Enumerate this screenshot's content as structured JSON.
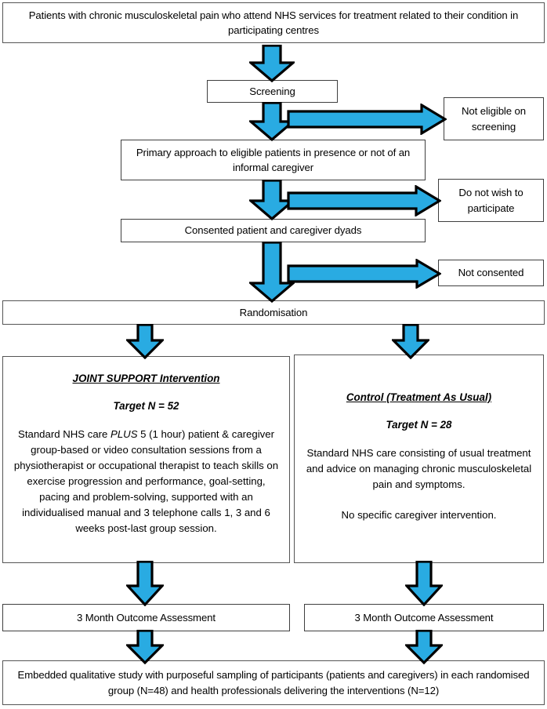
{
  "diagram": {
    "title": "JOINT SUPPORT trial participant flow diagram",
    "accent_color": "#29abe2",
    "outline_color": "#000000",
    "box_border_color": "#555555",
    "background": "#ffffff"
  },
  "nodes": {
    "population": "Patients with chronic musculoskeletal pain who attend NHS services for treatment related to their condition in participating centres",
    "screening": "Screening",
    "not_eligible": "Not eligible on screening",
    "primary_approach": "Primary approach to eligible patients in presence or not of an informal caregiver",
    "do_not_wish": "Do not wish to participate",
    "consented": "Consented patient and caregiver dyads",
    "not_consented": "Not consented",
    "randomisation": "Randomisation",
    "intervention": {
      "title": "JOINT SUPPORT Intervention",
      "target": "Target N = 52",
      "body_pre": "Standard NHS care ",
      "body_em": "PLUS",
      "body_post": " 5 (1 hour) patient & caregiver group-based or video consultation sessions from a physiotherapist or occupational therapist to teach skills on exercise progression and performance, goal-setting, pacing and problem-solving, supported with an individualised manual and 3 telephone calls 1, 3 and 6 weeks post-last group session."
    },
    "control": {
      "title": "Control (Treatment As Usual)",
      "target": "Target N = 28",
      "body": "Standard NHS care consisting of usual treatment and advice on managing chronic musculoskeletal pain and symptoms.",
      "body2": "No specific caregiver intervention."
    },
    "outcome_left": "3 Month Outcome Assessment",
    "outcome_right": "3 Month Outcome Assessment",
    "qualitative": "Embedded qualitative study with purposeful sampling of participants (patients and caregivers) in each randomised group (N=48) and health professionals delivering the interventions (N=12)"
  },
  "arrows": [
    {
      "name": "arrow-population-to-screening",
      "direction": "down"
    },
    {
      "name": "arrow-screening-to-primary-approach",
      "direction": "down"
    },
    {
      "name": "arrow-screening-to-not-eligible",
      "direction": "right"
    },
    {
      "name": "arrow-primary-approach-to-consented",
      "direction": "down"
    },
    {
      "name": "arrow-primary-approach-to-do-not-wish",
      "direction": "right"
    },
    {
      "name": "arrow-consented-to-randomisation",
      "direction": "down"
    },
    {
      "name": "arrow-consented-to-not-consented",
      "direction": "right"
    },
    {
      "name": "arrow-randomisation-to-intervention",
      "direction": "down"
    },
    {
      "name": "arrow-randomisation-to-control",
      "direction": "down"
    },
    {
      "name": "arrow-intervention-to-outcome-left",
      "direction": "down"
    },
    {
      "name": "arrow-control-to-outcome-right",
      "direction": "down"
    },
    {
      "name": "arrow-outcome-left-to-qualitative",
      "direction": "down"
    },
    {
      "name": "arrow-outcome-right-to-qualitative",
      "direction": "down"
    }
  ]
}
